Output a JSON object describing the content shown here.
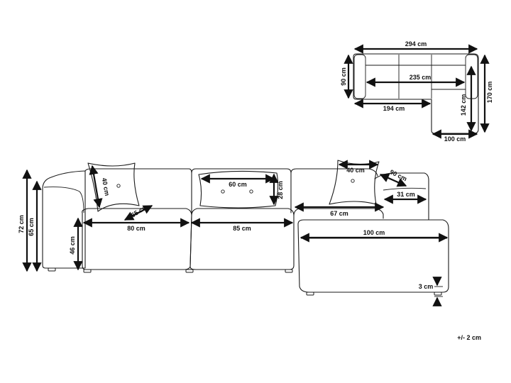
{
  "dimensions": {
    "top_total_width": "294 cm",
    "top_depth": "90 cm",
    "top_inner_width": "235 cm",
    "top_chaise_inner": "142 cm",
    "top_chaise_total": "170 cm",
    "top_main_width": "194 cm",
    "top_chaise_width": "100 cm",
    "height_total": "72 cm",
    "height_back": "65 cm",
    "seat_height": "46 cm",
    "pillow_height": "40 cm",
    "pillow_depth": "65 cm",
    "seat_left": "80 cm",
    "cushion_width": "60 cm",
    "cushion_height": "28 cm",
    "seat_mid": "85 cm",
    "pillow_width": "40 cm",
    "armrest_depth": "90 cm",
    "armrest_width": "31 cm",
    "seat_right": "67 cm",
    "chaise_width": "100 cm",
    "leg_height": "3 cm"
  },
  "tolerance": "+/- 2 cm",
  "colors": {
    "line": "#1a1a1a",
    "background": "#ffffff"
  }
}
